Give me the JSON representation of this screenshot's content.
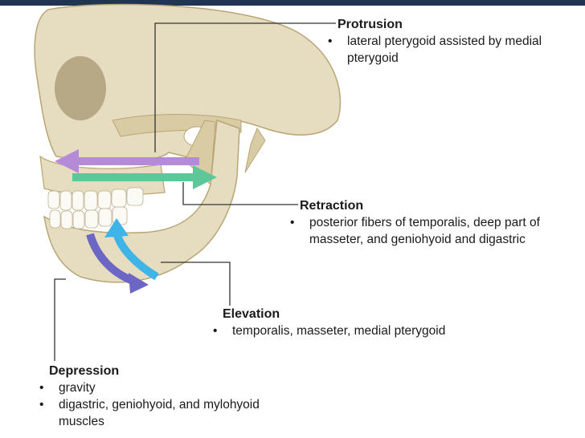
{
  "colors": {
    "top_bar": "#1f3552",
    "bone": "#e6dcbf",
    "bone_shadow": "#c9b88c",
    "protrusion_arrow": "#b58ad6",
    "retraction_arrow": "#5ec79a",
    "elevation_arrow": "#3fb4e6",
    "depression_arrow": "#6c66c4",
    "leader_line": "#333333"
  },
  "labels": [
    {
      "id": "protrusion",
      "title": "Protrusion",
      "items": [
        "lateral pterygoid assisted by medial pterygoid"
      ]
    },
    {
      "id": "retraction",
      "title": "Retraction",
      "items": [
        "posterior fibers of temporalis, deep part of masseter, and geniohyoid and digastric"
      ]
    },
    {
      "id": "elevation",
      "title": "Elevation",
      "items": [
        "temporalis, masseter, medial pterygoid"
      ]
    },
    {
      "id": "depression",
      "title": "Depression",
      "items": [
        "gravity",
        "digastric, geniohyoid, and mylohyoid muscles"
      ]
    }
  ],
  "bullet_char": "•"
}
